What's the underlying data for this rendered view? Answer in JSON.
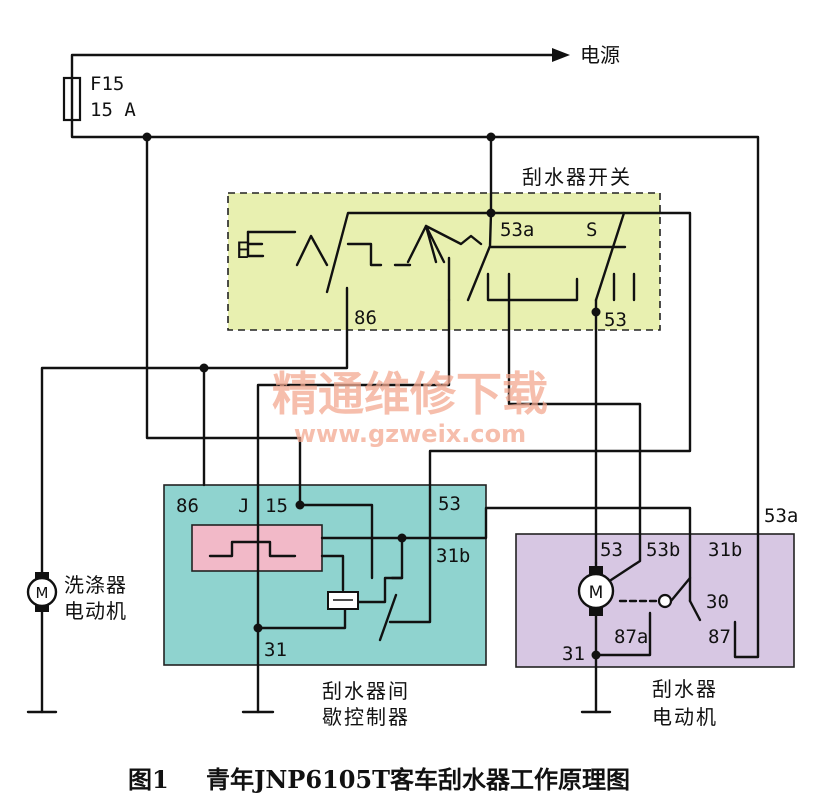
{
  "colors": {
    "switch_box": "#e8f0b0",
    "controller_box": "#8fd3cf",
    "motor_box": "#d7c7e3",
    "relay_box": "#f2b9c8",
    "watermark": "#f3a890"
  },
  "labels": {
    "power": "电源",
    "fuse_name": "F15",
    "fuse_rating": "15 A",
    "switch_title": "刮水器开关",
    "sw_E": "E",
    "sw_53a": "53a",
    "sw_S": "S",
    "sw_86": "86",
    "sw_53": "53",
    "ctrl_86": "86",
    "ctrl_J": "J",
    "ctrl_15": "15",
    "ctrl_53": "53",
    "ctrl_31b": "31b",
    "ctrl_31": "31",
    "ctrl_title_1": "刮水器间",
    "ctrl_title_2": "歇控制器",
    "washer_M": "M",
    "washer_1": "洗涤器",
    "washer_2": "电动机",
    "motor_53": "53",
    "motor_53b": "53b",
    "motor_31b": "31b",
    "motor_30": "30",
    "motor_87a": "87a",
    "motor_87": "87",
    "motor_31": "31",
    "motor_53a": "53a",
    "wiper_M": "M",
    "wiper_1": "刮水器",
    "wiper_2": "电动机"
  },
  "watermark": {
    "line1": "精通维修下载",
    "line2": "www.gzweix.com"
  },
  "caption": {
    "number": "图1",
    "title": "青年JNP6105T客车刮水器工作原理图"
  }
}
